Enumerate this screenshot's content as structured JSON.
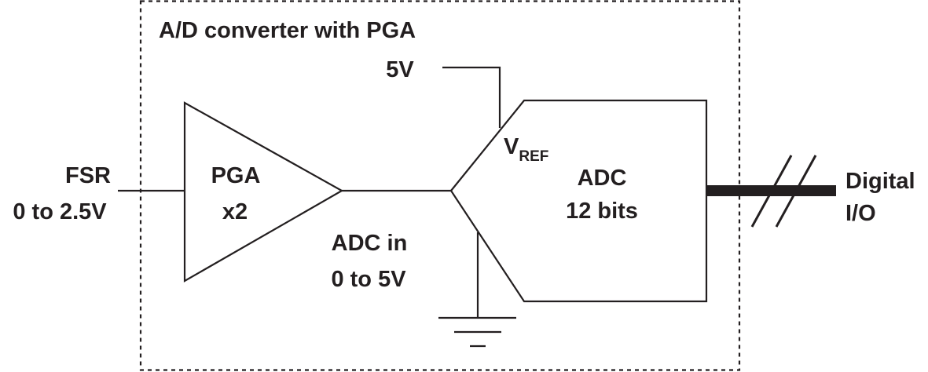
{
  "title": "A/D converter with PGA",
  "input": {
    "name": "FSR",
    "range": "0 to 2.5V"
  },
  "pga": {
    "name": "PGA",
    "gain": "x2"
  },
  "adc_input": {
    "name": "ADC in",
    "range": "0 to 5V"
  },
  "reference": {
    "voltage": "5V",
    "pin_main": "V",
    "pin_sub": "REF"
  },
  "adc": {
    "name": "ADC",
    "resolution": "12 bits"
  },
  "output": {
    "line1": "Digital",
    "line2": "I/O"
  },
  "colors": {
    "ink": "#231f20",
    "background": "#ffffff"
  }
}
